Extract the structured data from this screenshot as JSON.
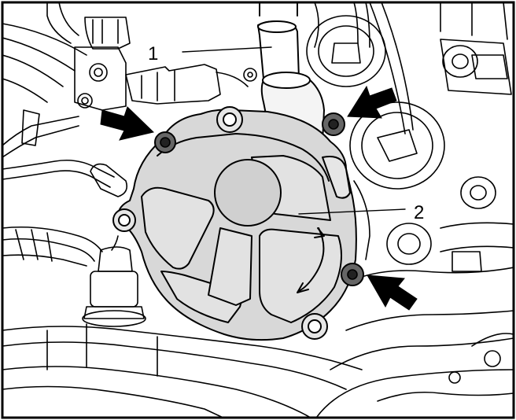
{
  "diagram": {
    "callouts": [
      {
        "id": "1",
        "label": "1"
      },
      {
        "id": "2",
        "label": "2"
      }
    ],
    "arrow_count": 3
  }
}
